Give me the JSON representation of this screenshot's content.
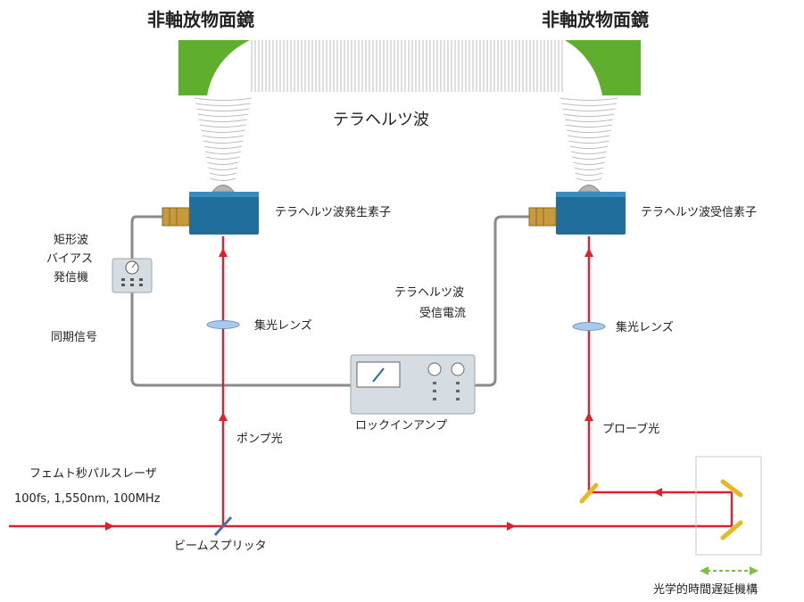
{
  "title_left": "非軸放物面鏡",
  "title_right": "非軸放物面鏡",
  "thz_wave": "テラヘルツ波",
  "emitter": "テラヘルツ波発生素子",
  "receiver": "テラヘルツ波受信素子",
  "bias_gen": [
    "矩形波",
    "バイアス",
    "発信機"
  ],
  "sync_signal": "同期信号",
  "rx_current": [
    "テラヘルツ波",
    "受信電流"
  ],
  "lens_left": "集光レンズ",
  "lens_right": "集光レンズ",
  "lockin": "ロックインアンプ",
  "pump": "ポンプ光",
  "probe": "プローブ光",
  "laser": [
    "フェムト秒パルスレーザ",
    "100fs, 1,550nm, 100MHz"
  ],
  "beam_splitter": "ビームスプリッタ",
  "delay": "光学的時間遅延機構",
  "colors": {
    "beam": "#e0202e",
    "mirror_green": "#5fae2e",
    "device_blue": "#1f6e9c",
    "cable": "#8a8a8a",
    "retro_mirror": "#e8b820"
  }
}
